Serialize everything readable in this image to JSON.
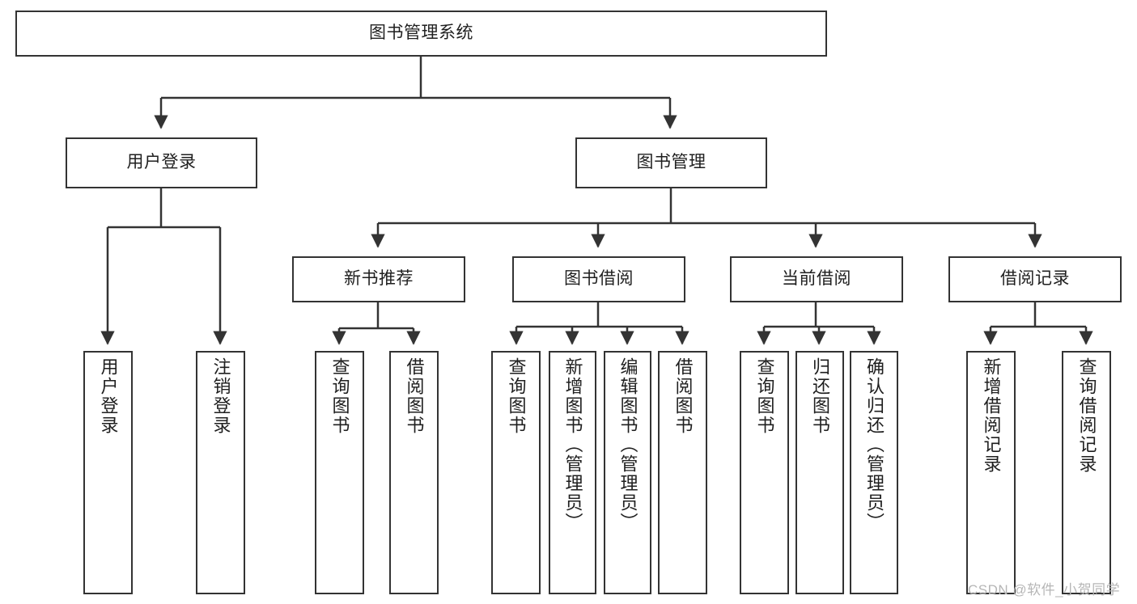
{
  "diagram": {
    "type": "tree-hierarchy-chart",
    "title": "图书管理系统",
    "orientation": "top-down",
    "colors": {
      "box_border": "#333333",
      "box_fill": "#ffffff",
      "connector": "#333333",
      "text": "#1f1f1f",
      "watermark": "#b6b6b6",
      "background": "#ffffff"
    },
    "root": {
      "label": "图书管理系统"
    },
    "level2": [
      {
        "id": "user-login",
        "label": "用户登录"
      },
      {
        "id": "book-management",
        "label": "图书管理"
      }
    ],
    "level3": [
      {
        "id": "new-book-recommend",
        "label": "新书推荐"
      },
      {
        "id": "book-borrow",
        "label": "图书借阅"
      },
      {
        "id": "current-borrow",
        "label": "当前借阅"
      },
      {
        "id": "borrow-record",
        "label": "借阅记录"
      }
    ],
    "leaves": [
      {
        "id": "leaf-user-login",
        "label": "用户登录",
        "parent": "user-login"
      },
      {
        "id": "leaf-logout-login",
        "label": "注销登录",
        "parent": "user-login"
      },
      {
        "id": "leaf-query-book-1",
        "label": "查询图书",
        "parent": "new-book-recommend"
      },
      {
        "id": "leaf-borrow-book-1",
        "label": "借阅图书",
        "parent": "new-book-recommend"
      },
      {
        "id": "leaf-query-book-2",
        "label": "查询图书",
        "parent": "book-borrow"
      },
      {
        "id": "leaf-add-book",
        "label": "新增图书（管理员）",
        "parent": "book-borrow"
      },
      {
        "id": "leaf-edit-book",
        "label": "编辑图书（管理员）",
        "parent": "book-borrow"
      },
      {
        "id": "leaf-borrow-book-2",
        "label": "借阅图书",
        "parent": "book-borrow"
      },
      {
        "id": "leaf-query-book-3",
        "label": "查询图书",
        "parent": "current-borrow"
      },
      {
        "id": "leaf-return-book",
        "label": "归还图书",
        "parent": "current-borrow"
      },
      {
        "id": "leaf-confirm-return",
        "label": "确认归还（管理员）",
        "parent": "current-borrow"
      },
      {
        "id": "leaf-add-record",
        "label": "新增借阅记录",
        "parent": "borrow-record"
      },
      {
        "id": "leaf-query-record",
        "label": "查询借阅记录",
        "parent": "borrow-record"
      }
    ]
  },
  "watermark": {
    "text": "CSDN @软件_小贺同学"
  }
}
